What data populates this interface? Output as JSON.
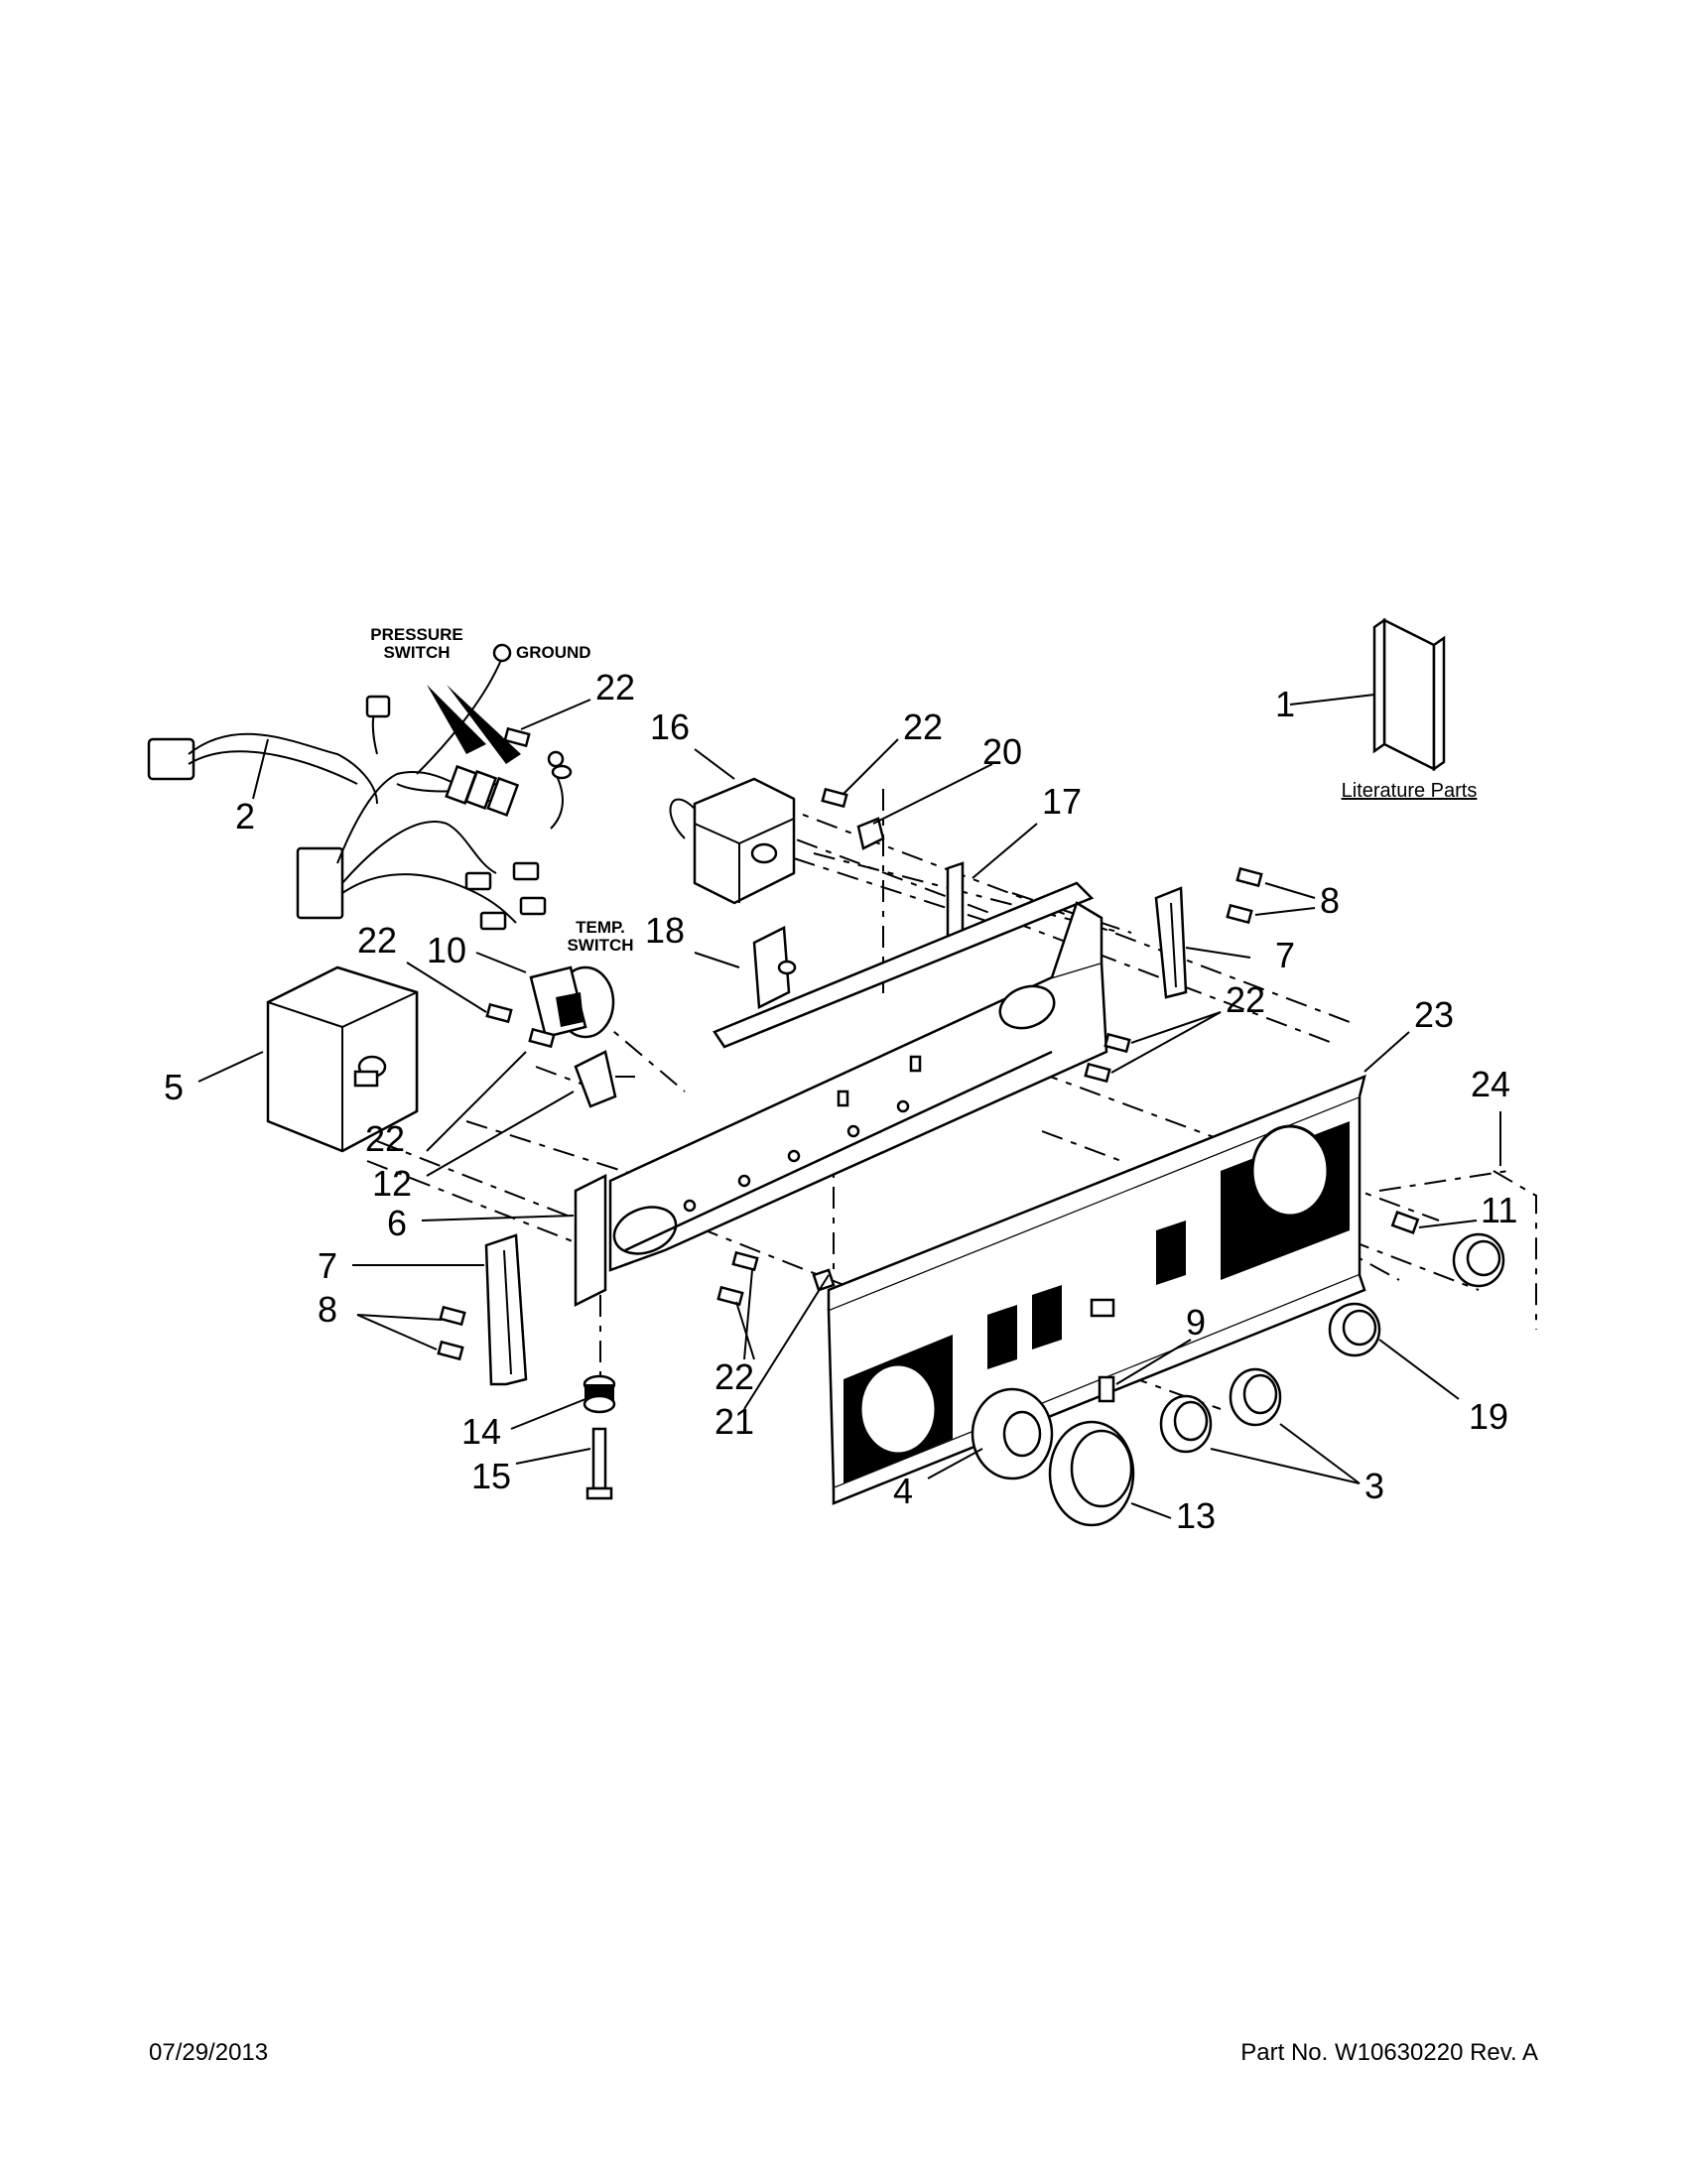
{
  "labels": {
    "pressure_switch": [
      "PRESSURE",
      "SWITCH"
    ],
    "ground": "GROUND",
    "temp_switch": [
      "TEMP.",
      "SWITCH"
    ],
    "literature_parts": "Literature Parts"
  },
  "callouts": [
    {
      "id": "c1",
      "text": "1"
    },
    {
      "id": "c2",
      "text": "2"
    },
    {
      "id": "c22a",
      "text": "22"
    },
    {
      "id": "c16",
      "text": "16"
    },
    {
      "id": "c22b",
      "text": "22"
    },
    {
      "id": "c20",
      "text": "20"
    },
    {
      "id": "c17",
      "text": "17"
    },
    {
      "id": "c8a",
      "text": "8"
    },
    {
      "id": "c7a",
      "text": "7"
    },
    {
      "id": "c22c",
      "text": "22"
    },
    {
      "id": "c23",
      "text": "23"
    },
    {
      "id": "c24",
      "text": "24"
    },
    {
      "id": "c11",
      "text": "11"
    },
    {
      "id": "c19",
      "text": "19"
    },
    {
      "id": "c3",
      "text": "3"
    },
    {
      "id": "c13",
      "text": "13"
    },
    {
      "id": "c4",
      "text": "4"
    },
    {
      "id": "c9",
      "text": "9"
    },
    {
      "id": "c21",
      "text": "21"
    },
    {
      "id": "c22d",
      "text": "22"
    },
    {
      "id": "c15",
      "text": "15"
    },
    {
      "id": "c14",
      "text": "14"
    },
    {
      "id": "c8b",
      "text": "8"
    },
    {
      "id": "c7b",
      "text": "7"
    },
    {
      "id": "c6",
      "text": "6"
    },
    {
      "id": "c12",
      "text": "12"
    },
    {
      "id": "c22e",
      "text": "22"
    },
    {
      "id": "c5",
      "text": "5"
    },
    {
      "id": "c22f",
      "text": "22"
    },
    {
      "id": "c10",
      "text": "10"
    },
    {
      "id": "c18",
      "text": "18"
    }
  ],
  "footer": {
    "date": "07/29/2013",
    "part_number": "Part No.  W10630220  Rev.  A"
  }
}
